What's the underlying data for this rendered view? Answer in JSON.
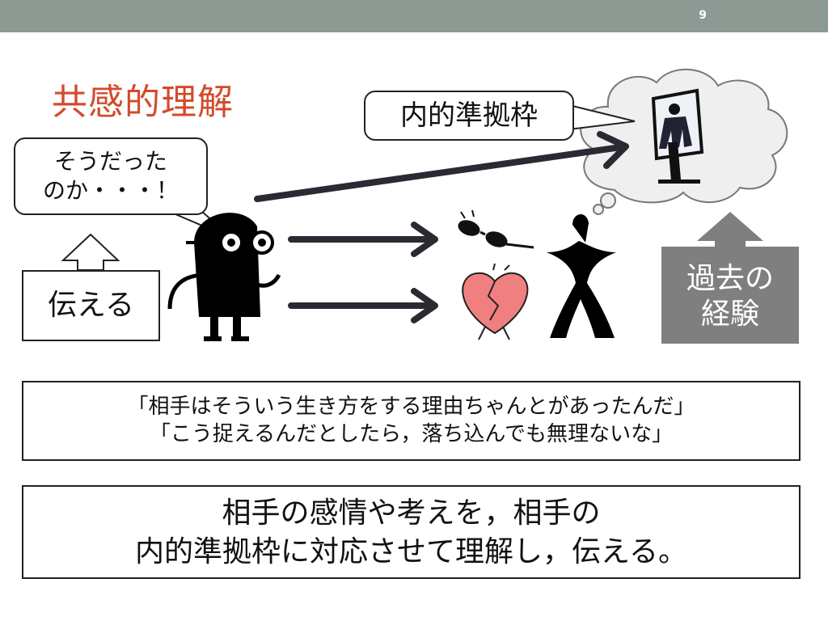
{
  "slide": {
    "page_number": "9",
    "title": "共感的理解"
  },
  "callouts": {
    "frame_label": "内的準拠枠",
    "speech_line1": "そうだった",
    "speech_line2": "のか・・・！"
  },
  "boxes": {
    "convey": "伝える",
    "past_line1": "過去の",
    "past_line2": "経験"
  },
  "quotes": {
    "line1": "「相手はそういう生き方をする理由ちゃんとがあったんだ」",
    "line2": "「こう捉えるんだとしたら，落ち込んでも無理ないな」"
  },
  "summary": {
    "line1": "相手の感情や考えを，相手の",
    "line2": "内的準拠枠に対応させて理解し，伝える。"
  },
  "colors": {
    "topbar": "#8c9a93",
    "title": "#d34a2c",
    "past_box": "#7f7f7f",
    "heart": "#f08080"
  },
  "icons": [
    "thought-cloud-icon",
    "person-in-frame-icon",
    "character-with-glasses-icon",
    "glasses-icon",
    "broken-heart-icon",
    "person-figure-icon",
    "up-arrow-outline-icon",
    "up-arrow-gray-icon"
  ]
}
